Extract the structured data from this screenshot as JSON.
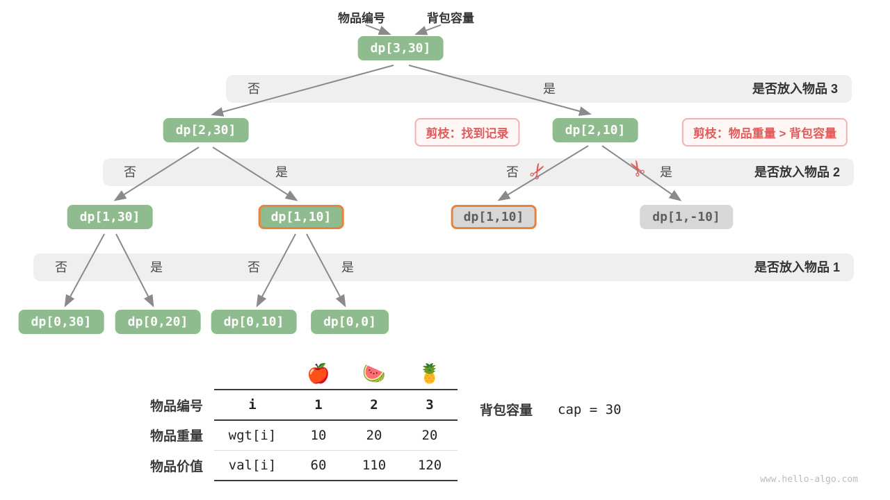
{
  "colors": {
    "node_green": "#8fbc8f",
    "node_gray": "#d7d7d7",
    "highlight_orange": "#e8823c",
    "prune_pink": "#e15b5b",
    "band_gray": "#efefef"
  },
  "header": {
    "item_id_label": "物品编号",
    "capacity_label": "背包容量"
  },
  "tree": {
    "root": "dp[3,30]",
    "level2": [
      "dp[2,30]",
      "dp[2,10]"
    ],
    "level3": [
      "dp[1,30]",
      "dp[1,10]",
      "dp[1,10]",
      "dp[1,-10]"
    ],
    "level4": [
      "dp[0,30]",
      "dp[0,20]",
      "dp[0,10]",
      "dp[0,0]"
    ]
  },
  "bands": [
    {
      "labels": [
        "否",
        "是"
      ],
      "title": "是否放入物品 3"
    },
    {
      "labels": [
        "否",
        "是",
        "否",
        "是"
      ],
      "title": "是否放入物品 2"
    },
    {
      "labels": [
        "否",
        "是",
        "否",
        "是"
      ],
      "title": "是否放入物品 1"
    }
  ],
  "prune_notes": [
    "剪枝：找到记录",
    "剪枝：物品重量 > 背包容量"
  ],
  "scissors_icon": "✂",
  "table": {
    "fruit_icons": [
      "🍎",
      "🍉",
      "🍍"
    ],
    "rows": [
      {
        "label": "物品编号",
        "key": "i",
        "v1": "1",
        "v2": "2",
        "v3": "3"
      },
      {
        "label": "物品重量",
        "key": "wgt[i]",
        "v1": "10",
        "v2": "20",
        "v3": "20"
      },
      {
        "label": "物品价值",
        "key": "val[i]",
        "v1": "60",
        "v2": "110",
        "v3": "120"
      }
    ]
  },
  "capacity": {
    "label": "背包容量",
    "value": "cap = 30"
  },
  "watermark": "www.hello-algo.com"
}
